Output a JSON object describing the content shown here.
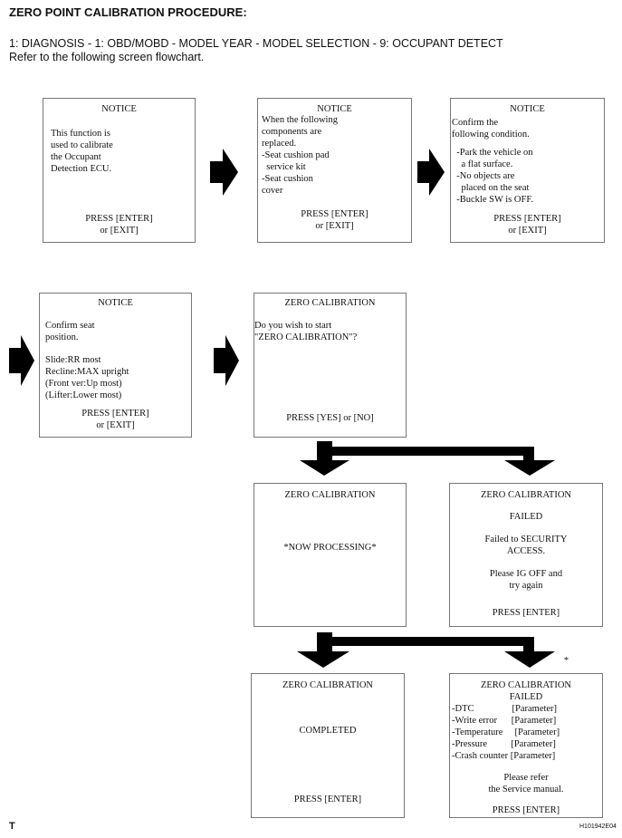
{
  "title": "ZERO POINT CALIBRATION PROCEDURE:",
  "menu_path": "1: DIAGNOSIS - 1: OBD/MOBD - MODEL YEAR - MODEL SELECTION - 9: OCCUPANT DETECT",
  "intro": "Refer to the following screen flowchart.",
  "screens": {
    "s1": {
      "header": "NOTICE",
      "body": [
        "This function is",
        "used to calibrate",
        "the Occupant",
        "Detection ECU."
      ],
      "press": [
        "PRESS [ENTER]",
        "or [EXIT]"
      ]
    },
    "s2": {
      "header": "NOTICE",
      "body": [
        "When the following",
        "components are",
        "replaced.",
        "-Seat cushion pad",
        "  service kit",
        "-Seat cushion",
        "cover"
      ],
      "press": [
        "PRESS [ENTER]",
        "or [EXIT]"
      ]
    },
    "s3": {
      "header": "NOTICE",
      "body": [
        "Confirm the",
        "following condition.",
        "",
        "  -Park the vehicle on",
        "    a flat surface.",
        "  -No objects are",
        "    placed on the seat",
        "  -Buckle SW is OFF."
      ],
      "press": [
        "PRESS [ENTER]",
        "or [EXIT]"
      ]
    },
    "s4": {
      "header": "NOTICE",
      "body": [
        "Confirm seat",
        "position.",
        "",
        "Slide:RR most",
        "Recline:MAX upright",
        "(Front ver:Up most)",
        "(Lifter:Lower most)"
      ],
      "press": [
        "PRESS [ENTER]",
        "or [EXIT]"
      ]
    },
    "s5": {
      "header": "ZERO CALIBRATION",
      "body": [
        "Do you wish to start",
        "\"ZERO CALIBRATION\"?"
      ],
      "press": [
        "PRESS [YES] or [NO]"
      ]
    },
    "s6": {
      "header": "ZERO CALIBRATION",
      "message": "*NOW PROCESSING*"
    },
    "s7": {
      "header": "ZERO CALIBRATION",
      "status": "FAILED",
      "body": [
        "Failed to SECURITY",
        "ACCESS.",
        "",
        "Please IG OFF and",
        "try again"
      ],
      "press": [
        "PRESS [ENTER]"
      ]
    },
    "s8": {
      "header": "ZERO CALIBRATION",
      "message": "COMPLETED",
      "press": [
        "PRESS [ENTER]"
      ]
    },
    "s9": {
      "header": "ZERO CALIBRATION",
      "status": "FAILED",
      "body": [
        "-DTC                [Parameter]",
        "-Write error      [Parameter]",
        "-Temperature     [Parameter]",
        "-Pressure          [Parameter]",
        "-Crash counter [Parameter]"
      ],
      "note": [
        "Please refer",
        "the Service manual."
      ],
      "press": [
        "PRESS [ENTER]"
      ]
    }
  },
  "asterisk": "*",
  "footer_left": "T",
  "footer_id": "H101942E04"
}
